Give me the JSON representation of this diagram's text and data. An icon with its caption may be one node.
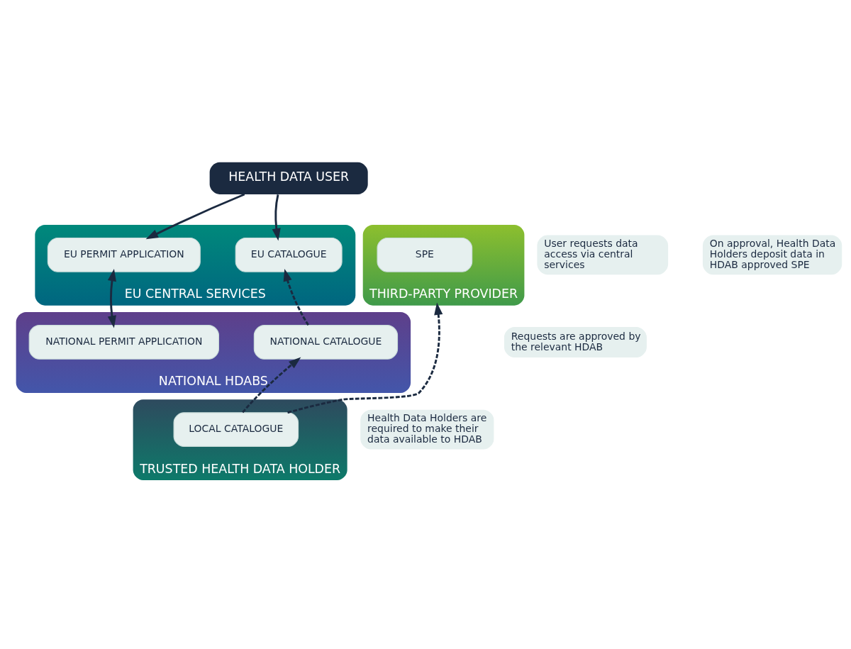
{
  "diagram": {
    "nodes": [
      {
        "text": [
          "HEALTH DATA USER"
        ]
      },
      {
        "text": [
          "EU CENTRAL SERVICES"
        ]
      },
      {
        "text": [
          "EU CATALOGUE"
        ],
        "in": 1
      },
      {
        "text": [
          "EU PERMIT APPLICATION"
        ],
        "in": 1
      },
      {
        "text": [
          "NATIONAL HDABS"
        ]
      },
      {
        "text": [
          "NATIONAL CATALOGUE"
        ],
        "in": 4
      },
      {
        "text": [
          "NATIONAL PERMIT APPLICATION"
        ],
        "in": 4
      },
      {
        "text": [
          "THIRD-PARTY PROVIDER"
        ]
      },
      {
        "text": [
          "SPE"
        ],
        "in": 7
      },
      {
        "text": [
          "TRUSTED HEALTH DATA HOLDER"
        ]
      },
      {
        "text": [
          "LOCAL CATALOGUE"
        ],
        "in": 9
      }
    ],
    "edges": [
      {
        "from": 0,
        "to": 2,
        "arrow": "to"
      },
      {
        "from": 0,
        "to": 3,
        "arrow": "to"
      },
      {
        "from": 5,
        "to": 2,
        "arrow": "to",
        "style": "dashed"
      },
      {
        "from": 3,
        "to": 6,
        "arrow": "both"
      },
      {
        "from": 10,
        "to": 5,
        "arrow": "to",
        "style": "dashed"
      },
      {
        "from": 10,
        "to": 7,
        "arrow": "to",
        "style": "dashed"
      }
    ],
    "labels": [
      "User requests data access via central services",
      "Requests are approved by the relevant HDAB",
      "On approval, Health Data Holders deposit data in HDAB approved SPE",
      "Health Data Holders are required to make their data available to HDAB"
    ]
  }
}
